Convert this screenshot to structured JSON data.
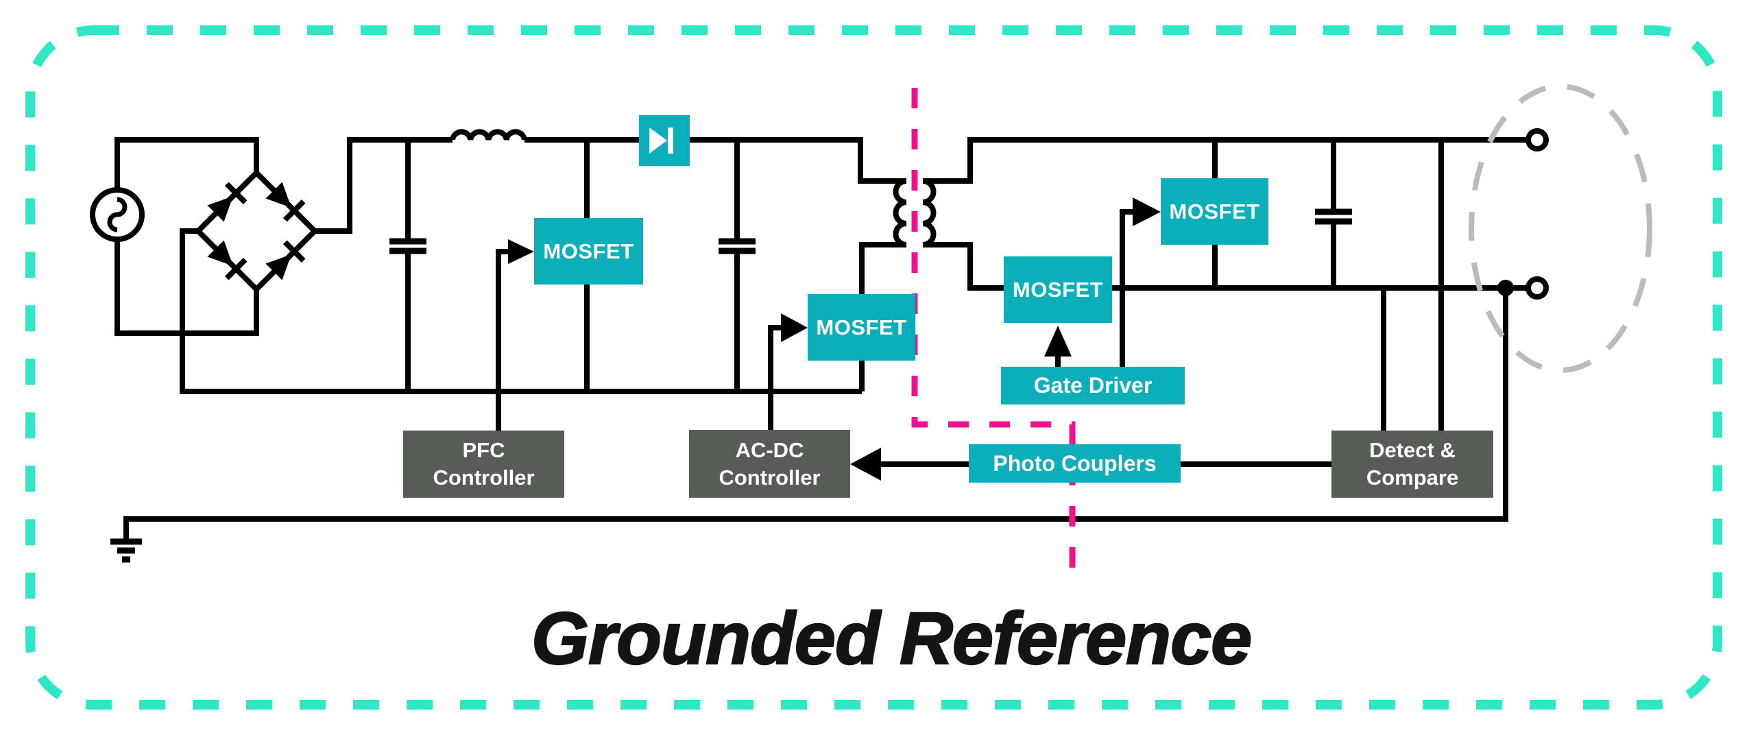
{
  "diagram": {
    "title": "Grounded Reference",
    "labels": {
      "pfc_mosfet": "MOSFET",
      "flyback_mosfet": "MOSFET",
      "sync_mosfet_low": "MOSFET",
      "sync_mosfet_high": "MOSFET",
      "gate_driver": "Gate Driver",
      "photo_couplers": "Photo Couplers"
    },
    "controllers": {
      "pfc": {
        "line1": "PFC",
        "line2": "Controller"
      },
      "acdc": {
        "line1": "AC-DC",
        "line2": "Controller"
      },
      "detect": {
        "line1": "Detect &",
        "line2": "Compare"
      }
    },
    "colors": {
      "component_teal": "#0BAFBA",
      "boundary_teal": "#2EE8C5",
      "isolation_pink": "#F2108E",
      "controller_gray": "#575C56",
      "output_port_gray": "#B9BCB9",
      "wire_black": "#000000"
    }
  }
}
